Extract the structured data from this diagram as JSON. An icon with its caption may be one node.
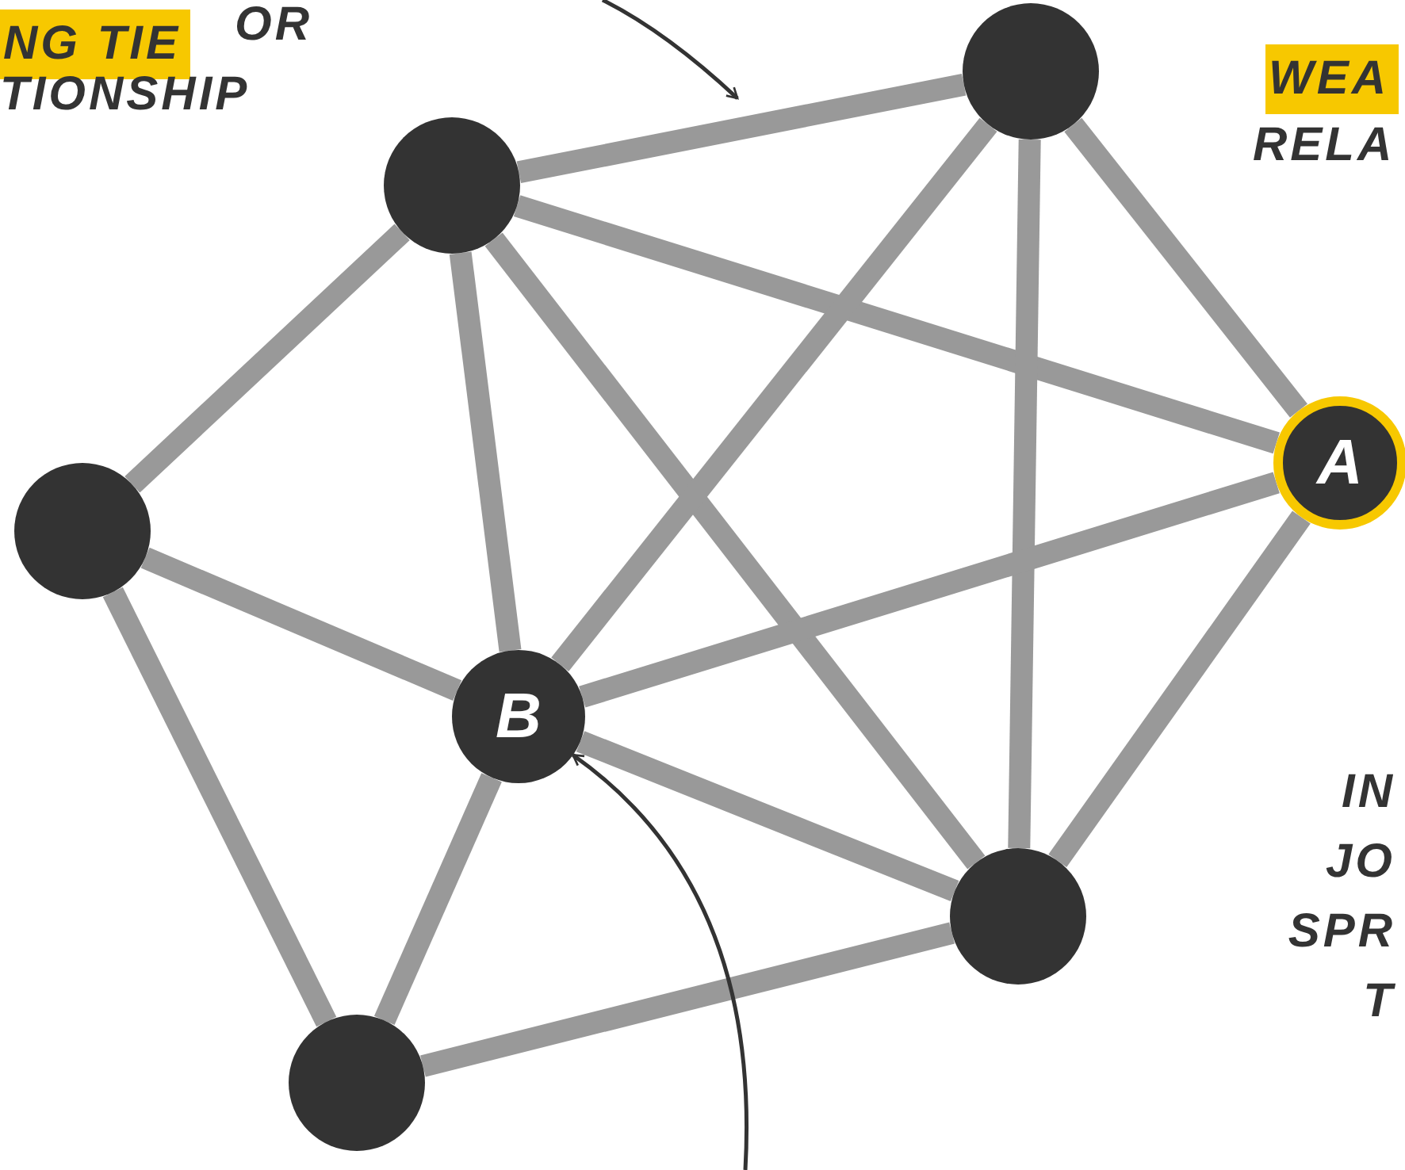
{
  "diagram": {
    "nodes": [
      {
        "text": [],
        "shape": "circle"
      },
      {
        "text": [],
        "shape": "circle"
      },
      {
        "text": [
          "A"
        ]
      },
      {
        "text": [],
        "shape": "circle"
      },
      {
        "text": [
          "B"
        ]
      },
      {
        "text": [],
        "shape": "circle"
      },
      {
        "text": [],
        "shape": "circle"
      }
    ],
    "edges": [
      {
        "from": 1,
        "to": 0,
        "arrow": "none"
      },
      {
        "from": 1,
        "to": 3,
        "arrow": "none"
      },
      {
        "from": 1,
        "to": 4,
        "arrow": "none"
      },
      {
        "from": 1,
        "to": 2,
        "arrow": "none"
      },
      {
        "from": 1,
        "to": 5,
        "arrow": "none"
      },
      {
        "from": 0,
        "to": 4,
        "arrow": "none"
      },
      {
        "from": 0,
        "to": 2,
        "arrow": "none"
      },
      {
        "from": 0,
        "to": 5,
        "arrow": "none"
      },
      {
        "from": 3,
        "to": 4,
        "arrow": "none"
      },
      {
        "from": 3,
        "to": 6,
        "arrow": "none"
      },
      {
        "from": 4,
        "to": 2,
        "arrow": "none"
      },
      {
        "from": 4,
        "to": 5,
        "arrow": "none"
      },
      {
        "from": 4,
        "to": 6,
        "arrow": "none"
      },
      {
        "from": 6,
        "to": 5,
        "arrow": "none"
      },
      {
        "from": 2,
        "to": 5,
        "arrow": "none"
      },
      {
        "from": null,
        "to": 4,
        "arrow": "to",
        "color": "#333333"
      }
    ],
    "labels": [
      "NG TIE",
      "OR TIONSHIP",
      "WEA",
      "RELA",
      "IN JO SPR T"
    ]
  }
}
